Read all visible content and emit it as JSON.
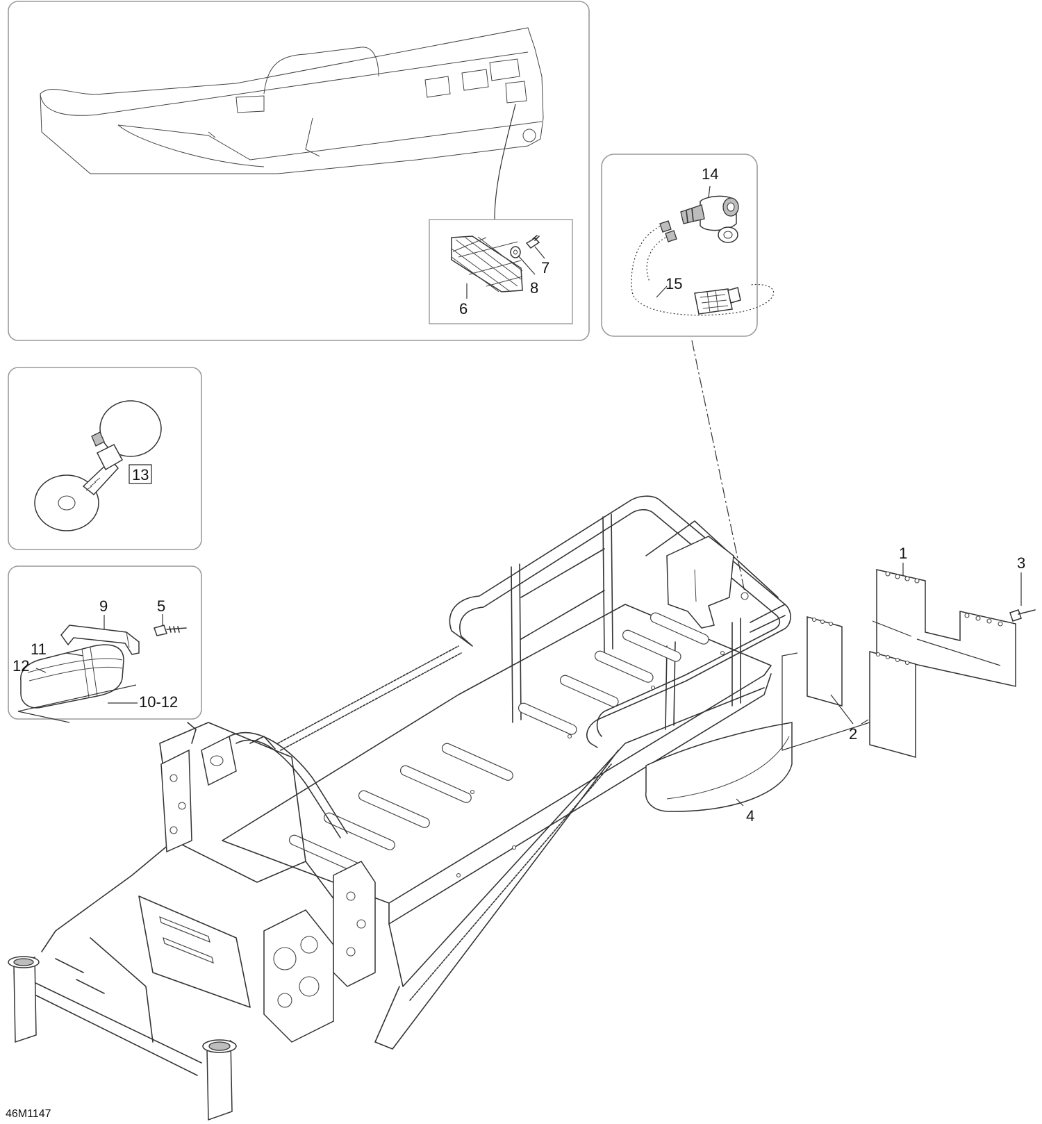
{
  "diagram_code": "46M1147",
  "callouts": {
    "c1": "1",
    "c2": "2",
    "c3": "3",
    "c4": "4",
    "c5": "5",
    "c6": "6",
    "c7": "7",
    "c8": "8",
    "c9": "9",
    "c10_12": "10-12",
    "c11": "11",
    "c12": "12",
    "c13": "13",
    "c14": "14",
    "c15": "15"
  }
}
